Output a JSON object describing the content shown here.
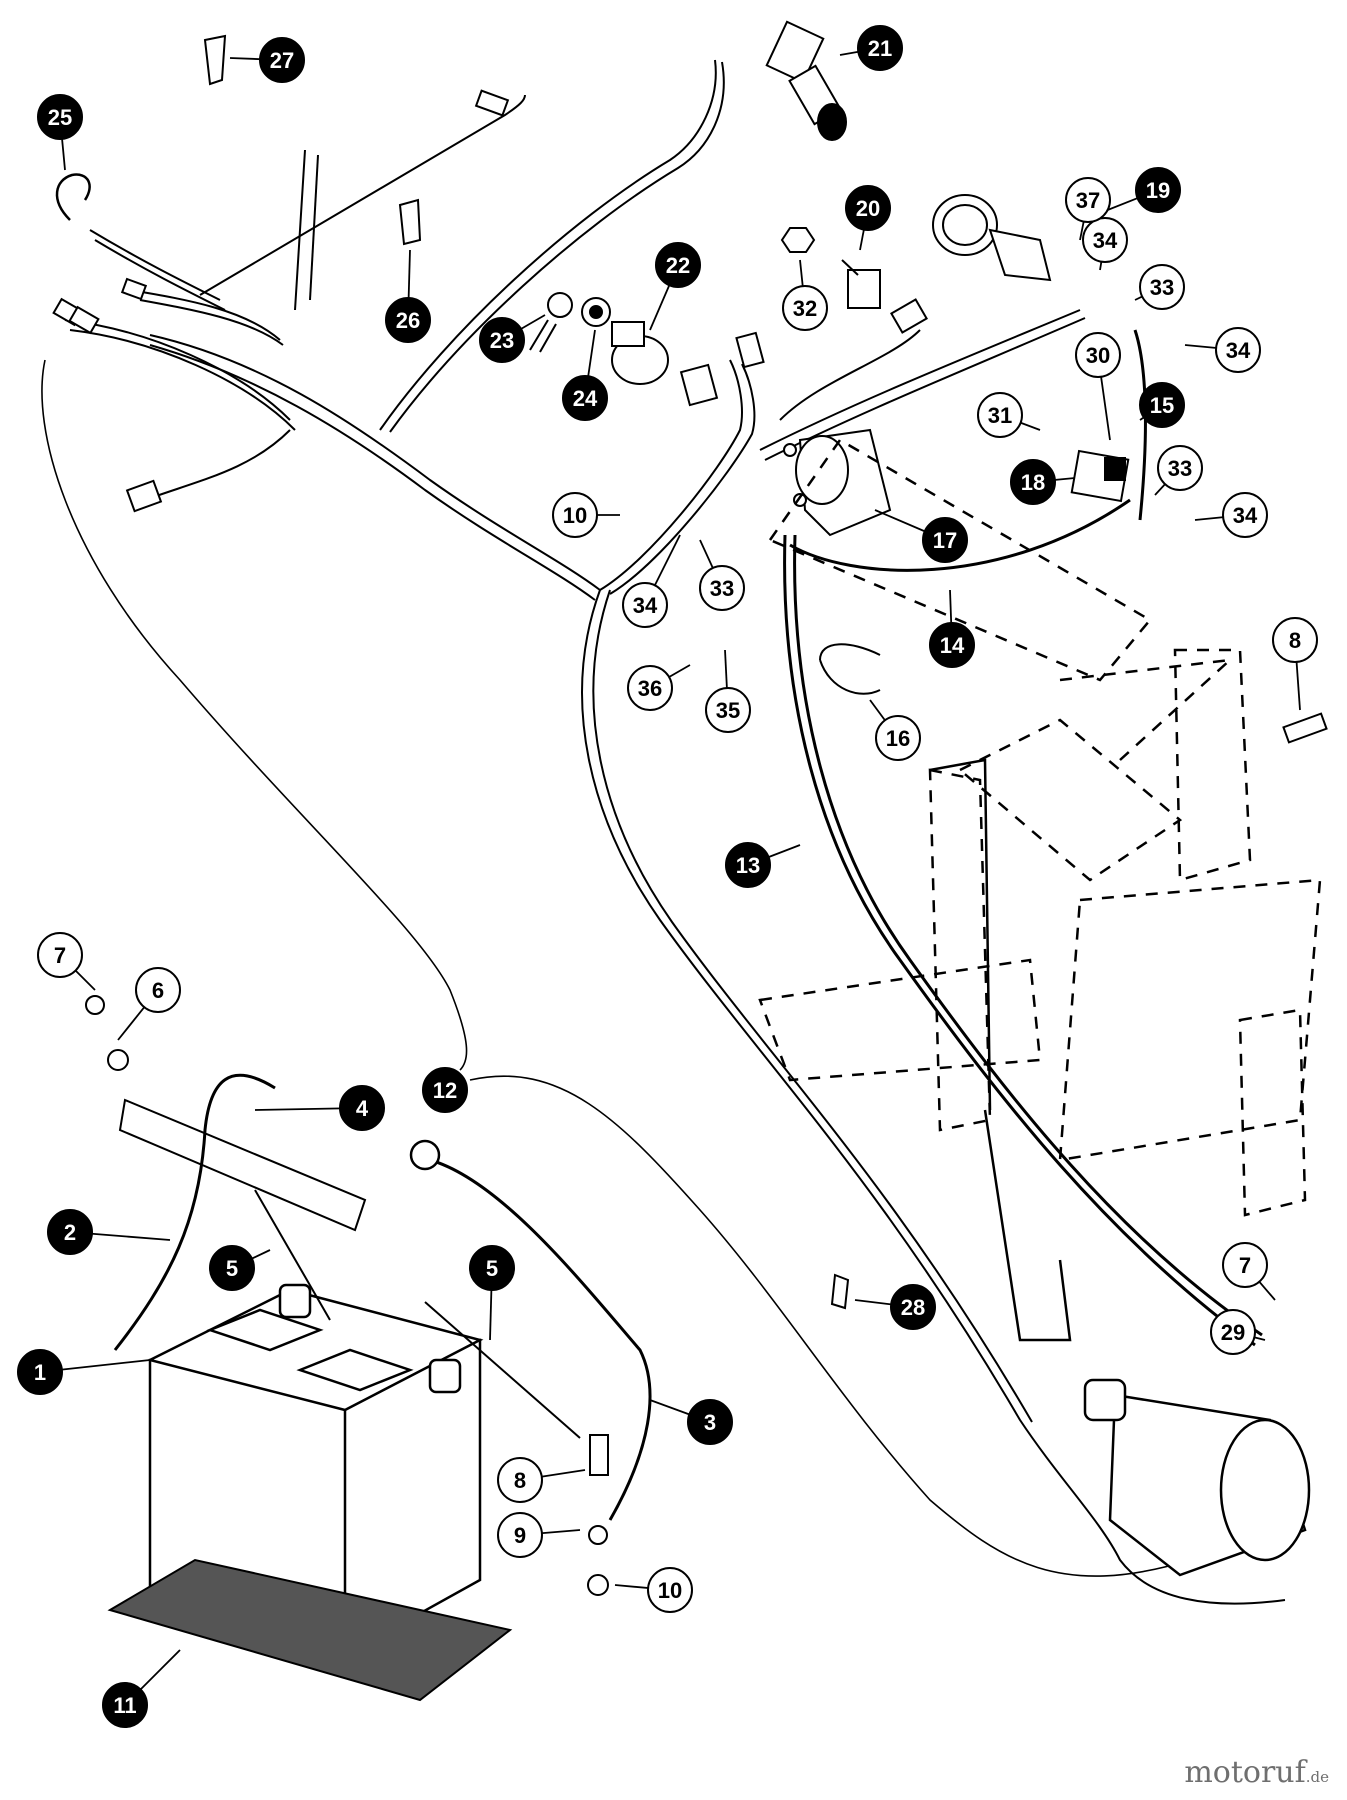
{
  "diagram": {
    "callouts": [
      {
        "label": "1",
        "style": "solid"
      },
      {
        "label": "2",
        "style": "solid"
      },
      {
        "label": "3",
        "style": "solid"
      },
      {
        "label": "4",
        "style": "solid"
      },
      {
        "label": "5",
        "style": "solid"
      },
      {
        "label": "5",
        "style": "solid"
      },
      {
        "label": "6",
        "style": "outline"
      },
      {
        "label": "7",
        "style": "outline"
      },
      {
        "label": "7",
        "style": "outline"
      },
      {
        "label": "8",
        "style": "outline"
      },
      {
        "label": "8",
        "style": "outline"
      },
      {
        "label": "9",
        "style": "outline"
      },
      {
        "label": "10",
        "style": "outline"
      },
      {
        "label": "10",
        "style": "outline"
      },
      {
        "label": "11",
        "style": "solid"
      },
      {
        "label": "12",
        "style": "solid"
      },
      {
        "label": "13",
        "style": "solid"
      },
      {
        "label": "14",
        "style": "solid"
      },
      {
        "label": "15",
        "style": "solid"
      },
      {
        "label": "16",
        "style": "outline"
      },
      {
        "label": "17",
        "style": "solid"
      },
      {
        "label": "18",
        "style": "solid"
      },
      {
        "label": "19",
        "style": "solid"
      },
      {
        "label": "20",
        "style": "solid"
      },
      {
        "label": "21",
        "style": "solid"
      },
      {
        "label": "22",
        "style": "solid"
      },
      {
        "label": "23",
        "style": "solid"
      },
      {
        "label": "24",
        "style": "solid"
      },
      {
        "label": "25",
        "style": "solid"
      },
      {
        "label": "26",
        "style": "solid"
      },
      {
        "label": "27",
        "style": "solid"
      },
      {
        "label": "28",
        "style": "solid"
      },
      {
        "label": "29",
        "style": "outline"
      },
      {
        "label": "30",
        "style": "outline"
      },
      {
        "label": "31",
        "style": "outline"
      },
      {
        "label": "32",
        "style": "outline"
      },
      {
        "label": "33",
        "style": "outline"
      },
      {
        "label": "33",
        "style": "outline"
      },
      {
        "label": "33",
        "style": "outline"
      },
      {
        "label": "34",
        "style": "outline"
      },
      {
        "label": "34",
        "style": "outline"
      },
      {
        "label": "34",
        "style": "outline"
      },
      {
        "label": "34",
        "style": "outline"
      },
      {
        "label": "35",
        "style": "outline"
      },
      {
        "label": "36",
        "style": "outline"
      },
      {
        "label": "37",
        "style": "outline"
      }
    ]
  },
  "watermark": {
    "name": "motoruf",
    "tld": ".de"
  }
}
